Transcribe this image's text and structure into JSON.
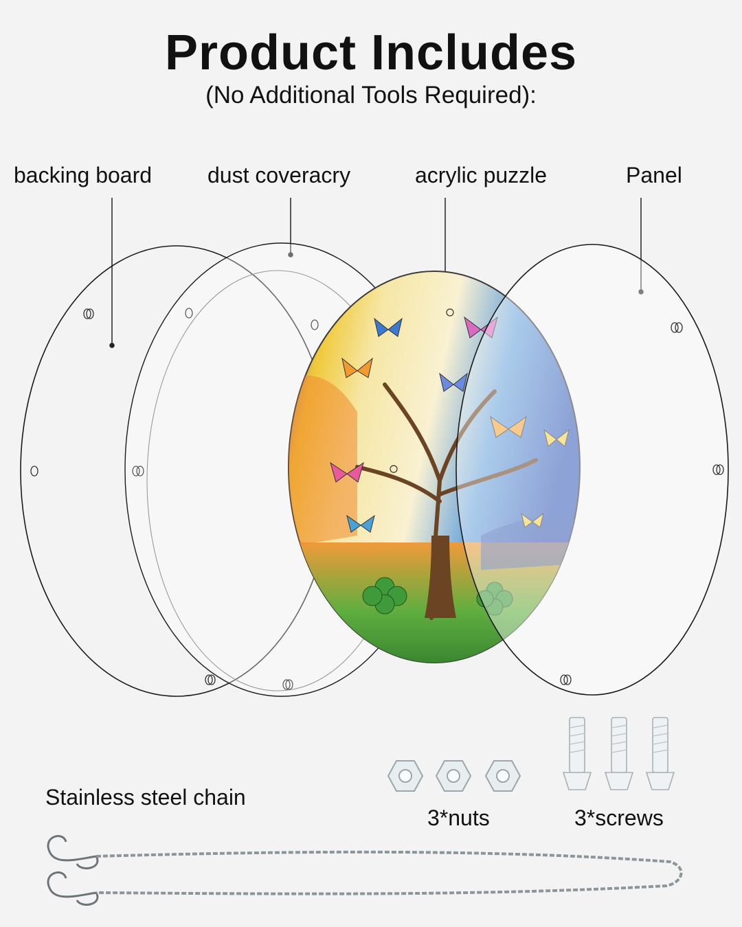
{
  "header": {
    "title": "Product Includes",
    "subtitle": "(No Additional Tools Required):"
  },
  "parts": {
    "backing_board": "backing board",
    "dust_cover": "dust coveracry",
    "acrylic_puzzle": "acrylic puzzle",
    "panel": "Panel"
  },
  "accessories": {
    "chain": "Stainless steel chain",
    "nuts": "3*nuts",
    "screws": "3*screws"
  },
  "colors": {
    "background": "#f3f3f3",
    "outline": "#1a1a1a",
    "puzzle_sky": "#4a78c8",
    "puzzle_warm": "#f2a23a",
    "puzzle_leaf": "#3f9a3a",
    "trunk": "#6b4424"
  }
}
